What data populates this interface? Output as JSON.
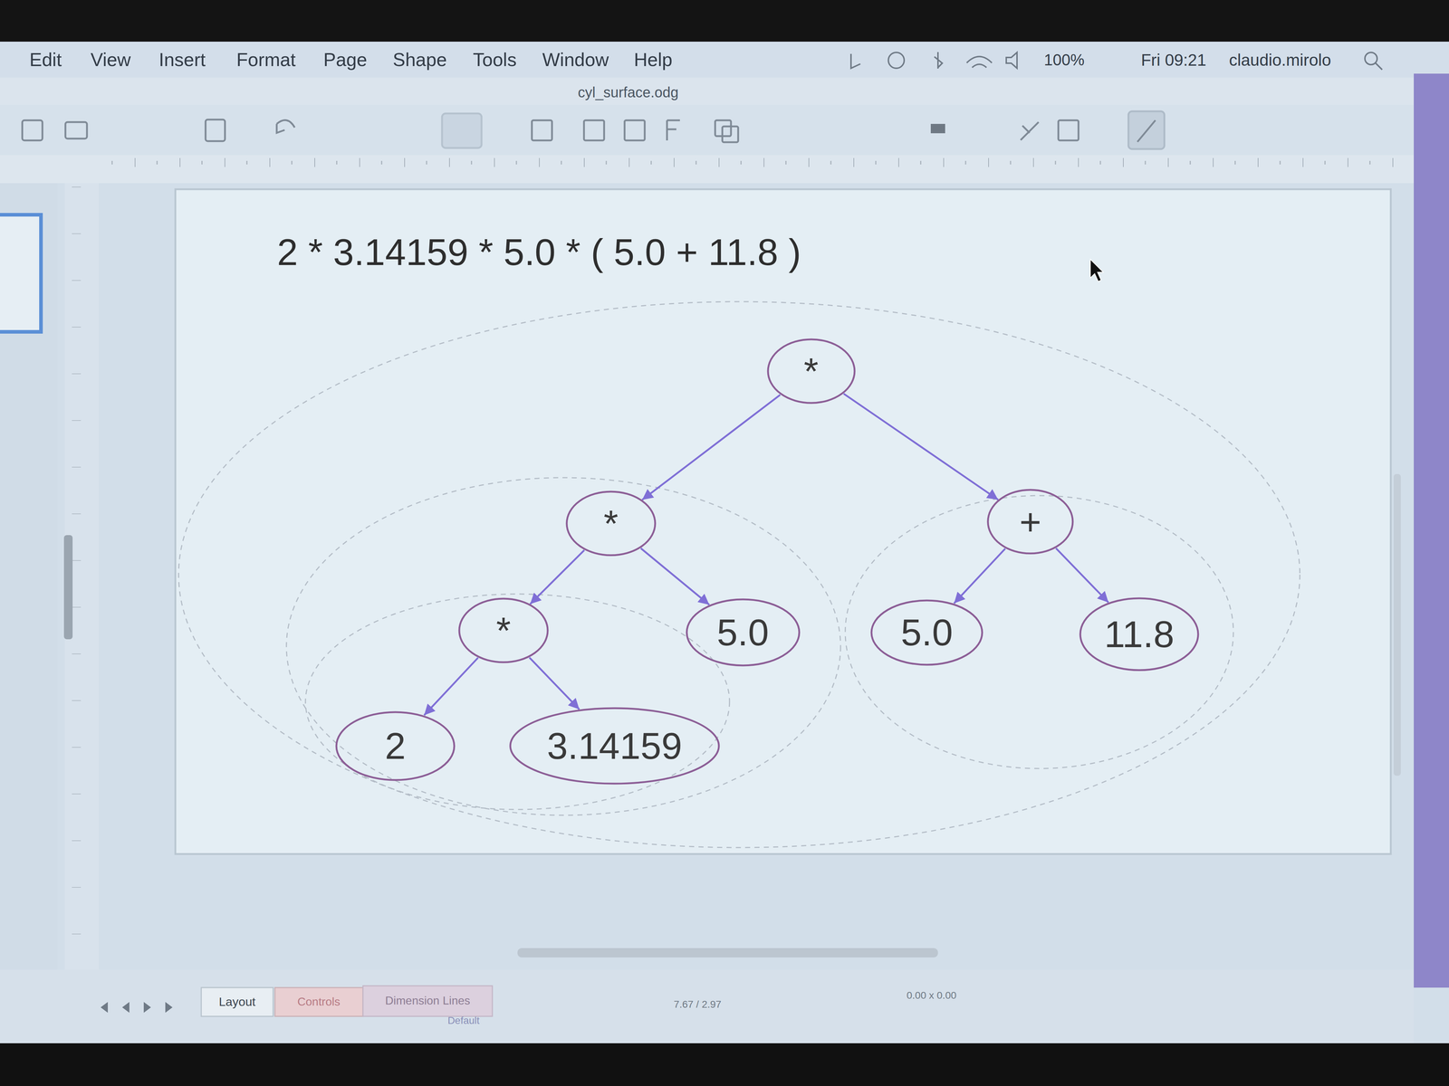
{
  "diagram": {
    "title": "2 * 3.14159 * 5.0 * ( 5.0 + 11.8 )",
    "nodes": [
      {
        "text": [
          "*"
        ]
      },
      {
        "text": [
          "*"
        ]
      },
      {
        "text": [
          "+"
        ]
      },
      {
        "text": [
          "*"
        ]
      },
      {
        "text": [
          "5.0"
        ]
      },
      {
        "text": [
          "5.0"
        ]
      },
      {
        "text": [
          "11.8"
        ]
      },
      {
        "text": [
          "2"
        ]
      },
      {
        "text": [
          "3.14159"
        ]
      }
    ],
    "edges": [
      {
        "from": 0,
        "to": 1,
        "arrow": "to"
      },
      {
        "from": 0,
        "to": 2,
        "arrow": "to"
      },
      {
        "from": 1,
        "to": 3,
        "arrow": "to"
      },
      {
        "from": 1,
        "to": 4,
        "arrow": "to"
      },
      {
        "from": 2,
        "to": 5,
        "arrow": "to"
      },
      {
        "from": 2,
        "to": 6,
        "arrow": "to"
      },
      {
        "from": 3,
        "to": 7,
        "arrow": "to"
      },
      {
        "from": 3,
        "to": 8,
        "arrow": "to"
      }
    ],
    "labels": [
      "Edit",
      "View",
      "Insert",
      "Format",
      "Page",
      "Shape",
      "Tools",
      "Window",
      "Help",
      "100%",
      "Fri 09:21",
      "claudio.mirolo",
      "cyl_surface.odg",
      "Layout",
      "Controls",
      "Dimension Lines",
      "Default",
      "7.67 / 2.97",
      "0.00 x 0.00"
    ]
  }
}
